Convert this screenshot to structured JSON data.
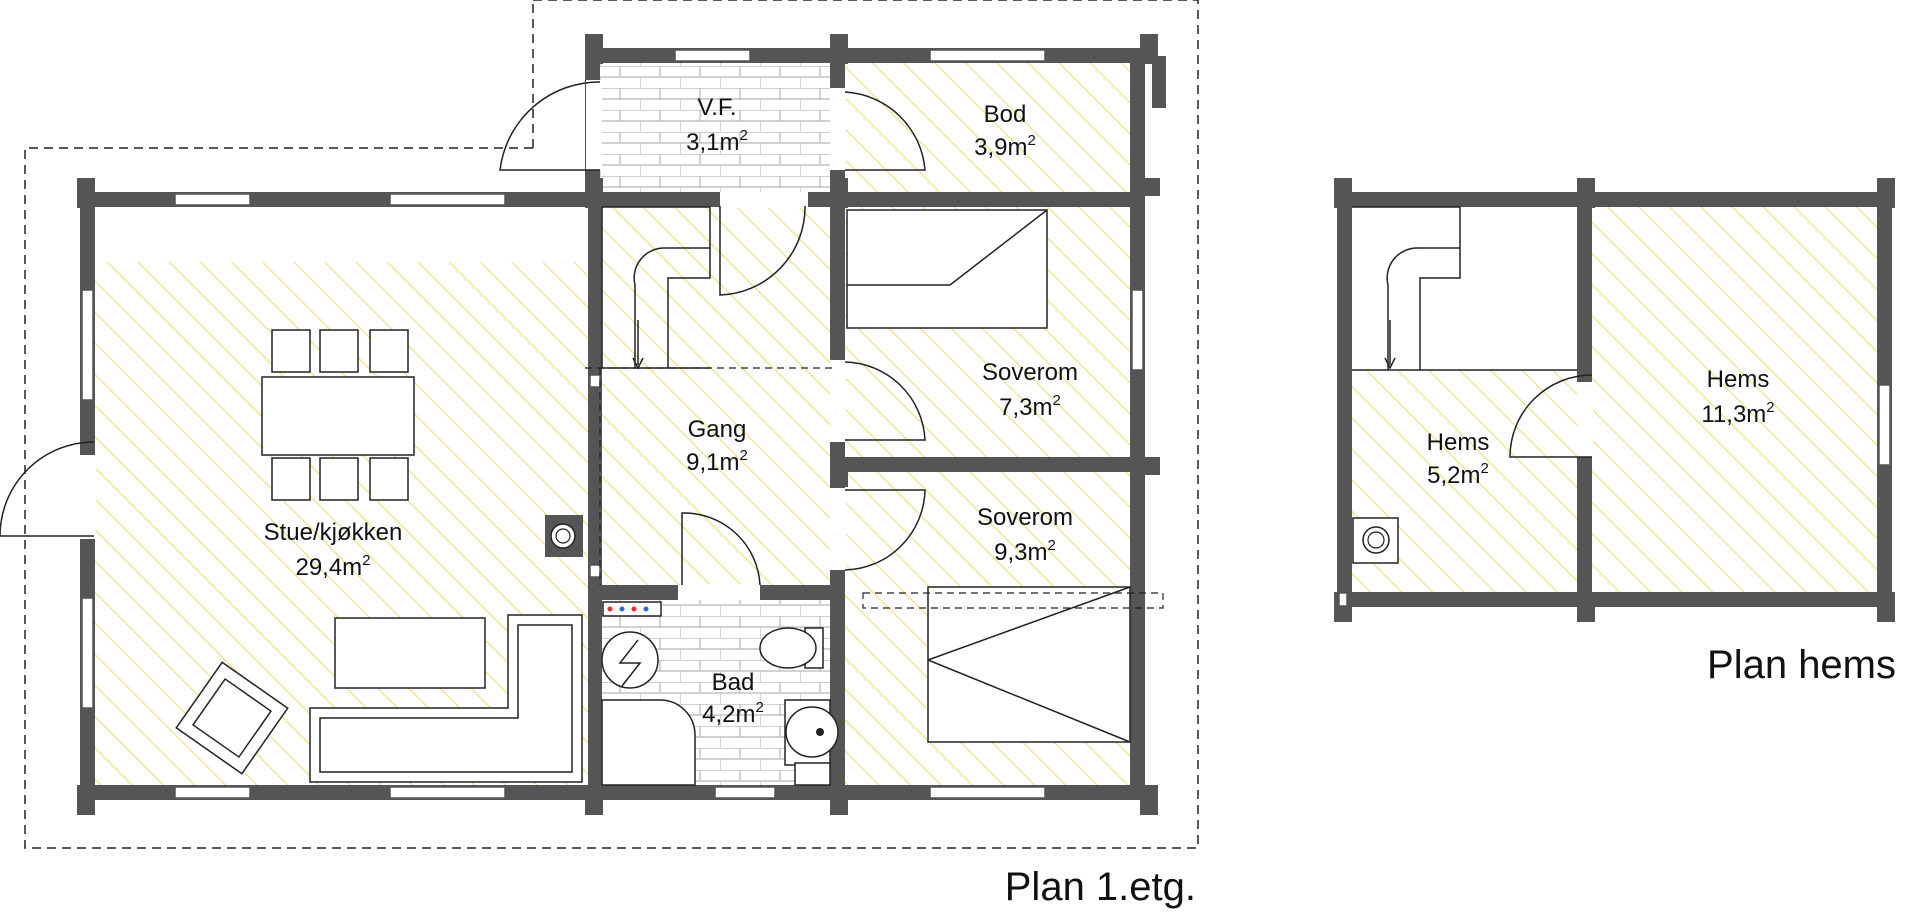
{
  "titles": {
    "ground_floor": "Plan 1.etg.",
    "loft": "Plan hems"
  },
  "rooms": {
    "vf": {
      "name": "V.F.",
      "area": "3,1m",
      "unit_exp": "2"
    },
    "bod": {
      "name": "Bod",
      "area": "3,9m",
      "unit_exp": "2"
    },
    "soverom1": {
      "name": "Soverom",
      "area": "7,3m",
      "unit_exp": "2"
    },
    "gang": {
      "name": "Gang",
      "area": "9,1m",
      "unit_exp": "2"
    },
    "soverom2": {
      "name": "Soverom",
      "area": "9,3m",
      "unit_exp": "2"
    },
    "stue": {
      "name": "Stue/kjøkken",
      "area": "29,4m",
      "unit_exp": "2"
    },
    "bad": {
      "name": "Bad",
      "area": "4,2m",
      "unit_exp": "2"
    },
    "hems1": {
      "name": "Hems",
      "area": "5,2m",
      "unit_exp": "2"
    },
    "hems2": {
      "name": "Hems",
      "area": "11,3m",
      "unit_exp": "2"
    }
  },
  "colors": {
    "wall": "#555555",
    "hatch": "#e8d24a",
    "tile": "#b8b8b8",
    "ink": "#222222"
  }
}
